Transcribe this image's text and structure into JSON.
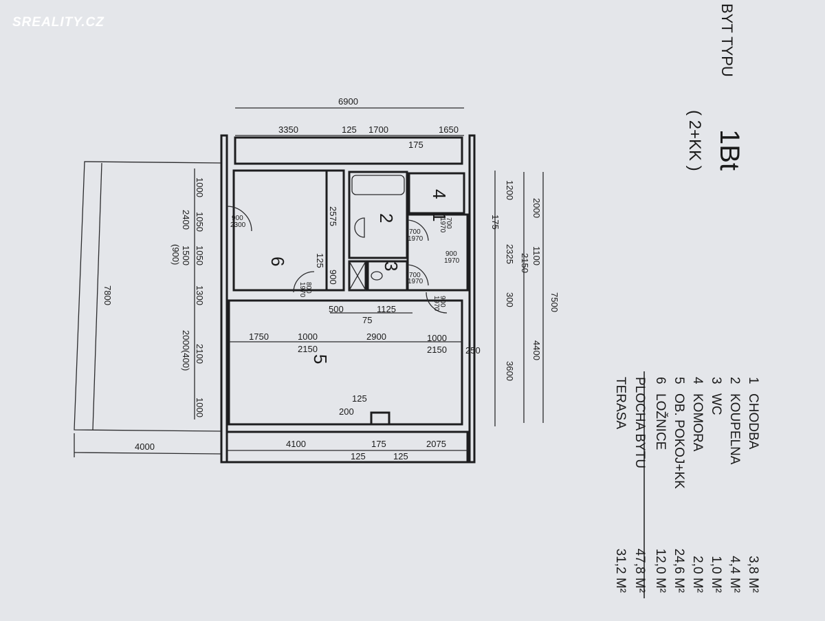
{
  "logo": "SREALITY.CZ",
  "title": {
    "line1": "BYT TYPU",
    "type": "1Bt",
    "layout": "( 2+KK )"
  },
  "rooms": [
    "1",
    "2",
    "3",
    "4",
    "5",
    "6"
  ],
  "legend": [
    {
      "no": "1",
      "name": "CHODBA",
      "area": "3,8 M²"
    },
    {
      "no": "2",
      "name": "KOUPELNA",
      "area": "4,4 M²"
    },
    {
      "no": "3",
      "name": "WC",
      "area": "1,0 M²"
    },
    {
      "no": "4",
      "name": "KOMORA",
      "area": "2,0 M²"
    },
    {
      "no": "5",
      "name": "OB. POKOJ+KK",
      "area": "24,6 M²"
    },
    {
      "no": "6",
      "name": "LOŽNICE",
      "area": "12,0 M²"
    }
  ],
  "totals": [
    {
      "name": "PLOCHA BYTU",
      "area": "47,8 M²"
    },
    {
      "name": "TERASA",
      "area": "31,2 M²"
    }
  ],
  "dims": {
    "top": [
      "6900",
      "3350",
      "125",
      "1700",
      "1650",
      "175"
    ],
    "left": [
      "1000",
      "1050",
      "1050",
      "1300",
      "2100",
      "1000",
      "2400",
      "1500",
      "(900)",
      "2000(400)"
    ],
    "terrace": [
      "7800",
      "4000"
    ],
    "right": [
      "1200",
      "175",
      "2325",
      "300",
      "3600",
      "2000",
      "1100",
      "2150",
      "4400",
      "7500",
      "250"
    ],
    "middle": [
      "500",
      "1125",
      "75",
      "1750",
      "1000",
      "2150",
      "2900",
      "1000",
      "2150",
      "2575",
      "125",
      "900",
      "125",
      "200"
    ],
    "bottom": [
      "4100",
      "175",
      "2075",
      "125",
      "125"
    ]
  },
  "doors": [
    "900",
    "2300",
    "700",
    "1970",
    "700",
    "1970",
    "700",
    "1970",
    "900",
    "1970",
    "800",
    "1970",
    "900",
    "1970"
  ]
}
